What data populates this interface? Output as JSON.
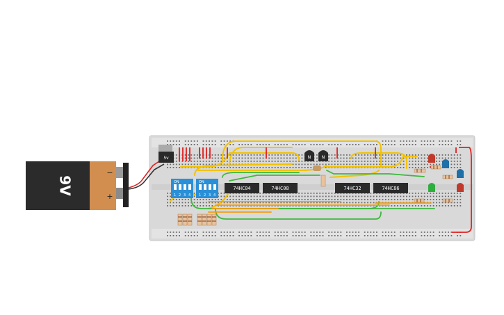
{
  "battery": {
    "label": "9V",
    "minus": "−",
    "plus": "+"
  },
  "regulator": {
    "label": "5v"
  },
  "dip_switches": [
    {
      "on_label": "ON",
      "pins": [
        "1",
        "2",
        "3",
        "4"
      ]
    },
    {
      "on_label": "ON",
      "pins": [
        "1",
        "2",
        "3",
        "4"
      ]
    }
  ],
  "chips": [
    "74HC04",
    "74HC08",
    "74HC32",
    "74HC86"
  ],
  "transistors": [
    "N",
    "N"
  ],
  "colors": {
    "breadboard": "#d9d9d9",
    "wire_yellow": "#f2c200",
    "wire_green": "#3db83d",
    "wire_red": "#e02020",
    "wire_orange": "#f39c12",
    "led_red": "#c0392b",
    "led_blue": "#1f6fa8",
    "led_green": "#2eae3d",
    "dip_blue": "#2a8fd6",
    "chip_black": "#2a2a2a"
  }
}
